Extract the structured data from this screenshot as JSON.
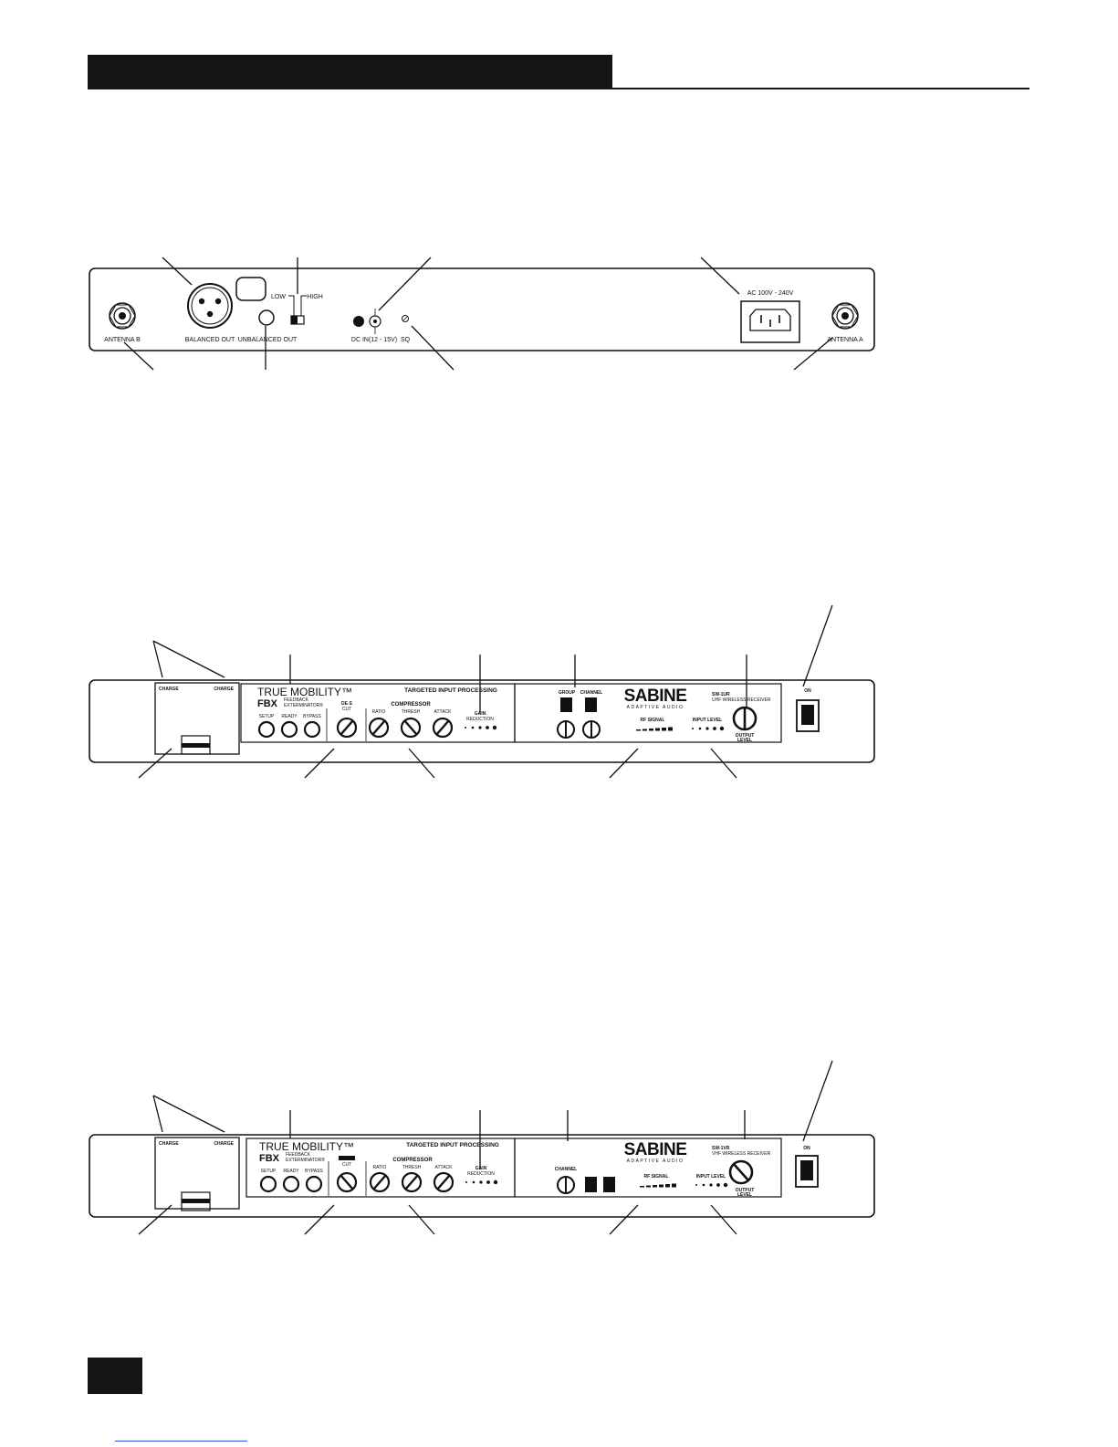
{
  "rear_panel": {
    "antenna_b": "ANTENNA B",
    "balanced_out": "BALANCED OUT",
    "unbalanced_out": "UNBALANCED OUT",
    "low": "LOW",
    "high": "HIGH",
    "dc_in": "DC IN(12 - 15V)",
    "sq": "SQ",
    "ac": "AC 100V - 240V",
    "antenna_a": "ANTENNA A"
  },
  "front_panel_1": {
    "charge_left": "CHARGE",
    "charge_right": "CHARGE",
    "brand": "TRUE MOBILITY™",
    "fbx": "FBX",
    "fbx_sub1": "FEEDBACK",
    "fbx_sub2": "EXTERMINATOR®",
    "tip": "TARGETED INPUT PROCESSING",
    "setup": "SETUP",
    "ready": "READY",
    "bypass": "BYPASS",
    "declip": "DE-S",
    "cut": "CUT",
    "compressor": "COMPRESSOR",
    "ratio": "RATIO",
    "thresh": "THRESH",
    "attack": "ATTACK",
    "gain": "GAIN",
    "reduction": "REDUCTION",
    "group": "GROUP",
    "channel": "CHANNEL",
    "sabine": "SABINE",
    "adaptive": "ADAPTIVE AUDIO",
    "model": "SW-1UR",
    "model_sub": "UHF WIRELESS RECEIVER",
    "rf_signal": "RF SIGNAL",
    "input_level": "INPUT LEVEL",
    "output": "OUTPUT",
    "level": "LEVEL",
    "on": "ON"
  },
  "front_panel_2": {
    "charge_left": "CHARGE",
    "charge_right": "CHARGE",
    "brand": "TRUE MOBILITY™",
    "fbx": "FBX",
    "fbx_sub1": "FEEDBACK",
    "fbx_sub2": "EXTERMINATOR®",
    "tip": "TARGETED INPUT PROCESSING",
    "setup": "SETUP",
    "ready": "READY",
    "bypass": "BYPASS",
    "cut": "CUT",
    "compressor": "COMPRESSOR",
    "ratio": "RATIO",
    "thresh": "THRESH",
    "attack": "ATTACK",
    "gain": "GAIN",
    "reduction": "REDUCTION",
    "channel": "CHANNEL",
    "sabine": "SABINE",
    "adaptive": "ADAPTIVE AUDIO",
    "model": "SW-1VR",
    "model_sub": "VHF WIRELESS RECEIVER",
    "rf_signal": "RF SIGNAL",
    "input_level": "INPUT LEVEL",
    "output": "OUTPUT",
    "level": "LEVEL",
    "on": "ON"
  }
}
